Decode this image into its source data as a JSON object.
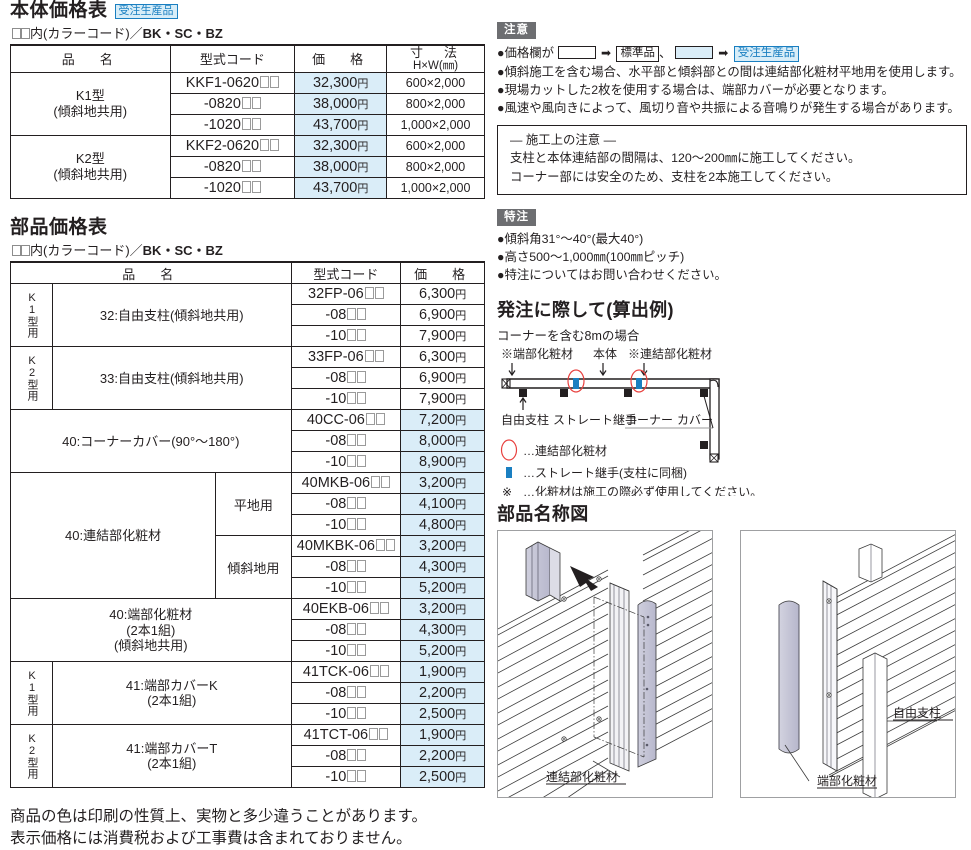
{
  "left": {
    "main_table": {
      "title": "本体価格表",
      "badge": "受注生産品",
      "color_note_prefix": "内(カラーコード)／",
      "color_note_codes": "BK・SC・BZ",
      "headers": {
        "name": "品　名",
        "code": "型式コード",
        "price": "価　格",
        "dim_1": "寸　法",
        "dim_2": "H×W(㎜)"
      },
      "groups": [
        {
          "label_1": "K1型",
          "label_2": "(傾斜地共用)",
          "rows": [
            {
              "code": "KKF1-0620",
              "price": "32,300",
              "yen": "円",
              "dim": "600×2,000",
              "highlight": true
            },
            {
              "code": "-0820",
              "price": "38,000",
              "yen": "円",
              "dim": "800×2,000",
              "highlight": true
            },
            {
              "code": "-1020",
              "price": "43,700",
              "yen": "円",
              "dim": "1,000×2,000",
              "highlight": true
            }
          ]
        },
        {
          "label_1": "K2型",
          "label_2": "(傾斜地共用)",
          "rows": [
            {
              "code": "KKF2-0620",
              "price": "32,300",
              "yen": "円",
              "dim": "600×2,000",
              "highlight": true
            },
            {
              "code": "-0820",
              "price": "38,000",
              "yen": "円",
              "dim": "800×2,000",
              "highlight": true
            },
            {
              "code": "-1020",
              "price": "43,700",
              "yen": "円",
              "dim": "1,000×2,000",
              "highlight": true
            }
          ]
        }
      ]
    },
    "parts_table": {
      "title": "部品価格表",
      "color_note_prefix": "内(カラーコード)／",
      "color_note_codes": "BK・SC・BZ",
      "headers": {
        "name": "品　名",
        "code": "型式コード",
        "price": "価　格"
      },
      "blocks": [
        {
          "vert": "K1型用",
          "name": "32:自由支柱(傾斜地共用)",
          "rows": [
            {
              "code": "32FP-06",
              "price": "6,300",
              "yen": "円",
              "highlight": false
            },
            {
              "code": "-08",
              "price": "6,900",
              "yen": "円",
              "highlight": false
            },
            {
              "code": "-10",
              "price": "7,900",
              "yen": "円",
              "highlight": false
            }
          ]
        },
        {
          "vert": "K2型用",
          "name": "33:自由支柱(傾斜地共用)",
          "rows": [
            {
              "code": "33FP-06",
              "price": "6,300",
              "yen": "円",
              "highlight": false
            },
            {
              "code": "-08",
              "price": "6,900",
              "yen": "円",
              "highlight": false
            },
            {
              "code": "-10",
              "price": "7,900",
              "yen": "円",
              "highlight": false
            }
          ]
        },
        {
          "vert": "",
          "name": "40:コーナーカバー(90°〜180°)",
          "rows": [
            {
              "code": "40CC-06",
              "price": "7,200",
              "yen": "円",
              "highlight": true
            },
            {
              "code": "-08",
              "price": "8,000",
              "yen": "円",
              "highlight": true
            },
            {
              "code": "-10",
              "price": "8,900",
              "yen": "円",
              "highlight": true
            }
          ]
        }
      ],
      "renketsu": {
        "vert": "",
        "name": "40:連結部化粧材",
        "sub_1": "平地用",
        "sub_2": "傾斜地用",
        "rows_1": [
          {
            "code": "40MKB-06",
            "price": "3,200",
            "yen": "円",
            "highlight": true
          },
          {
            "code": "-08",
            "price": "4,100",
            "yen": "円",
            "highlight": true
          },
          {
            "code": "-10",
            "price": "4,800",
            "yen": "円",
            "highlight": true
          }
        ],
        "rows_2": [
          {
            "code": "40MKBK-06",
            "price": "3,200",
            "yen": "円",
            "highlight": true
          },
          {
            "code": "-08",
            "price": "4,300",
            "yen": "円",
            "highlight": true
          },
          {
            "code": "-10",
            "price": "5,200",
            "yen": "円",
            "highlight": true
          }
        ]
      },
      "blocks2": [
        {
          "vert": "",
          "name_lines": [
            "40:端部化粧材",
            "(2本1組)",
            "(傾斜地共用)"
          ],
          "rows": [
            {
              "code": "40EKB-06",
              "price": "3,200",
              "yen": "円",
              "highlight": true
            },
            {
              "code": "-08",
              "price": "4,300",
              "yen": "円",
              "highlight": true
            },
            {
              "code": "-10",
              "price": "5,200",
              "yen": "円",
              "highlight": true
            }
          ]
        },
        {
          "vert": "K1型用",
          "name_lines": [
            "41:端部カバーK",
            "(2本1組)"
          ],
          "rows": [
            {
              "code": "41TCK-06",
              "price": "1,900",
              "yen": "円",
              "highlight": true
            },
            {
              "code": "-08",
              "price": "2,200",
              "yen": "円",
              "highlight": true
            },
            {
              "code": "-10",
              "price": "2,500",
              "yen": "円",
              "highlight": true
            }
          ]
        },
        {
          "vert": "K2型用",
          "name_lines": [
            "41:端部カバーT",
            "(2本1組)"
          ],
          "rows": [
            {
              "code": "41TCT-06",
              "price": "1,900",
              "yen": "円",
              "highlight": true
            },
            {
              "code": "-08",
              "price": "2,200",
              "yen": "円",
              "highlight": true
            },
            {
              "code": "-10",
              "price": "2,500",
              "yen": "円",
              "highlight": true
            }
          ]
        }
      ]
    },
    "footnotes": {
      "line_1": "商品の色は印刷の性質上、実物と多少違うことがあります。",
      "line_2": "表示価格には消費税および工事費は含まれておりません。"
    }
  },
  "right": {
    "caution": {
      "tag": "注意",
      "legend_prefix": "●価格欄が",
      "legend_arrow": "➡",
      "legend_standard": "標準品",
      "legend_sep": "、",
      "legend_order": "受注生産品",
      "bullets": [
        "●傾斜施工を含む場合、水平部と傾斜部との間は連結部化粧材平地用を使用します。",
        "●現場カットした2枚を使用する場合は、端部カバーが必要となります。",
        "●風速や風向きによって、風切り音や共振による音鳴りが発生する場合があります。"
      ],
      "framed": {
        "title": "— 施工上の注意 —",
        "lines": [
          "支柱と本体連結部の間隔は、120〜200㎜に施工してください。",
          "コーナー部には安全のため、支柱を2本施工してください。"
        ]
      }
    },
    "special": {
      "tag": "特注",
      "bullets": [
        "●傾斜角31°〜40°(最大40°)",
        "●高さ500〜1,000㎜(100㎜ピッチ)",
        "●特注についてはお問い合わせください。"
      ]
    },
    "order": {
      "title": "発注に際して(算出例)",
      "subtitle": "コーナーを含む8mの場合",
      "diagram_labels": {
        "top_left": "※端部化粧材",
        "top_mid": "本体",
        "top_right": "※連結部化粧材",
        "bottom_left": "自由支柱",
        "bottom_mid": "ストレート継手",
        "bottom_right_1": "コーナー",
        "bottom_right_2": "カバー"
      },
      "legend": [
        {
          "icon": "red-ellipse-icon",
          "text": "…連結部化粧材"
        },
        {
          "icon": "blue-square-icon",
          "text": "…ストレート継手(支柱に同梱)"
        },
        {
          "icon": "asterisk-icon",
          "text": "…化粧材は施工の際必ず使用してください。"
        }
      ]
    },
    "parts_diagram": {
      "title": "部品名称図",
      "image_1_caption": "連結部化粧材",
      "image_2_caption_1": "端部化粧材",
      "image_2_caption_2": "自由支柱"
    }
  },
  "colors": {
    "order_blue_fill": "#daedf8",
    "order_blue_line": "#1a7fc1",
    "tag_gray": "#6d6e71",
    "ink": "#231f20",
    "red": "#e8413f"
  }
}
